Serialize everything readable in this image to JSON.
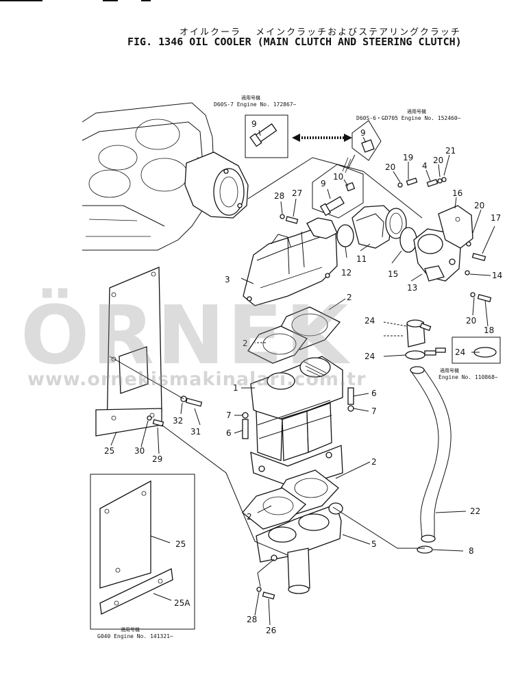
{
  "header": {
    "title_jp": "オイルクーラ　 メインクラッチおよびステアリングクラッチ",
    "title_en": "FIG. 1346 OIL COOLER (MAIN CLUTCH AND STEERING CLUTCH)"
  },
  "notes": {
    "note_a_jp": "適用号機",
    "note_a": "D60S-7  Engine  No. 172867~",
    "note_b_jp": "適用号機",
    "note_b": "D60S-6・GD705  Engine  No. 152460~",
    "note_c_jp": "適用号機",
    "note_c": "Engine  No. 110868~",
    "note_d_jp": "適用号機",
    "note_d": "G040  Engine  No. 141321~"
  },
  "watermark": {
    "brand": "ÖRNEK",
    "url": "www.ornekismakinalari.com.tr"
  },
  "callouts": {
    "c1": "1",
    "c2a": "2",
    "c2b": "2",
    "c2c": "2",
    "c2d": "2",
    "c3": "3",
    "c4": "4",
    "c5": "5",
    "c6a": "6",
    "c6b": "6",
    "c7a": "7",
    "c7b": "7",
    "c8": "8",
    "c9a": "9",
    "c9b": "9",
    "c9c": "9",
    "c10": "10",
    "c11": "11",
    "c12": "12",
    "c13": "13",
    "c14": "14",
    "c15": "15",
    "c16": "16",
    "c17": "17",
    "c18": "18",
    "c19": "19",
    "c20a": "20",
    "c20b": "20",
    "c20c": "20",
    "c20d": "20",
    "c21": "21",
    "c22": "22",
    "c24a": "24",
    "c24b": "24",
    "c24c": "24",
    "c25a": "25",
    "c25b": "25",
    "c25c": "25A",
    "c26": "26",
    "c27": "27",
    "c28a": "28",
    "c28b": "28",
    "c29": "29",
    "c30": "30",
    "c31": "31",
    "c32": "32"
  }
}
